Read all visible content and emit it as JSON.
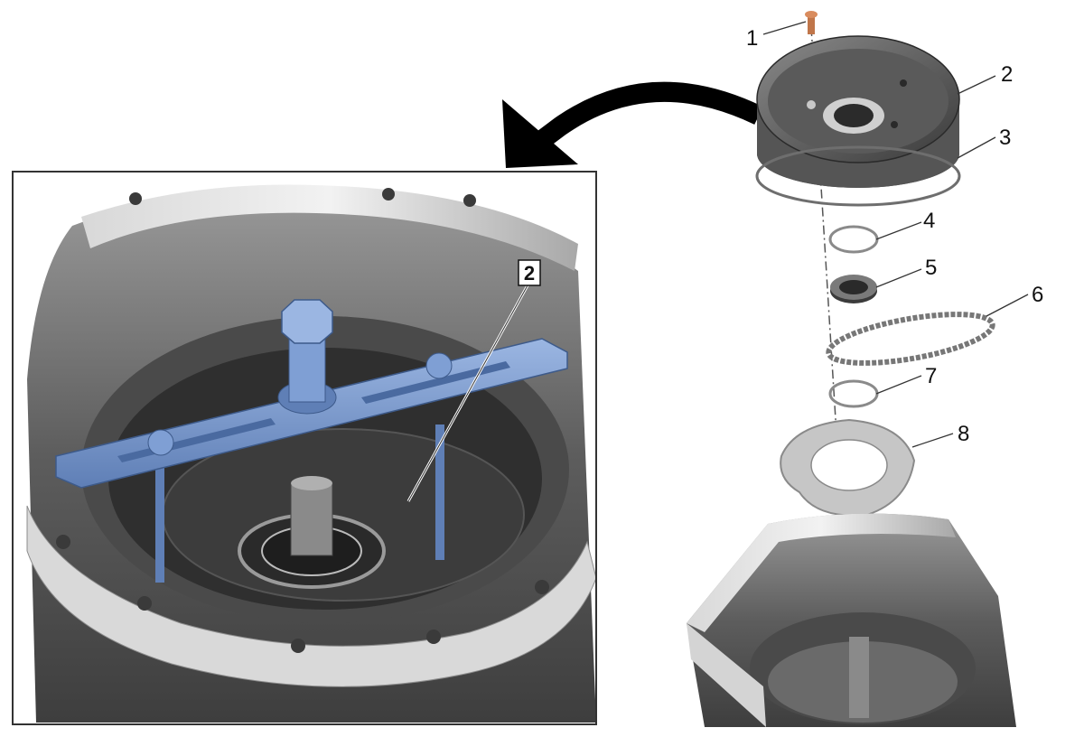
{
  "detail_view": {
    "tag_label": "2"
  },
  "callouts": [
    {
      "label": "1"
    },
    {
      "label": "2"
    },
    {
      "label": "3"
    },
    {
      "label": "4"
    },
    {
      "label": "5"
    },
    {
      "label": "6"
    },
    {
      "label": "7"
    },
    {
      "label": "8"
    }
  ],
  "colors": {
    "tool_blue": "#7f9fd4",
    "casting_gray": "#6a6a6a",
    "casting_light": "#bdbdbd",
    "bolt_copper": "#c0764a",
    "arrow_black": "#000000",
    "frame_border": "#333333"
  }
}
